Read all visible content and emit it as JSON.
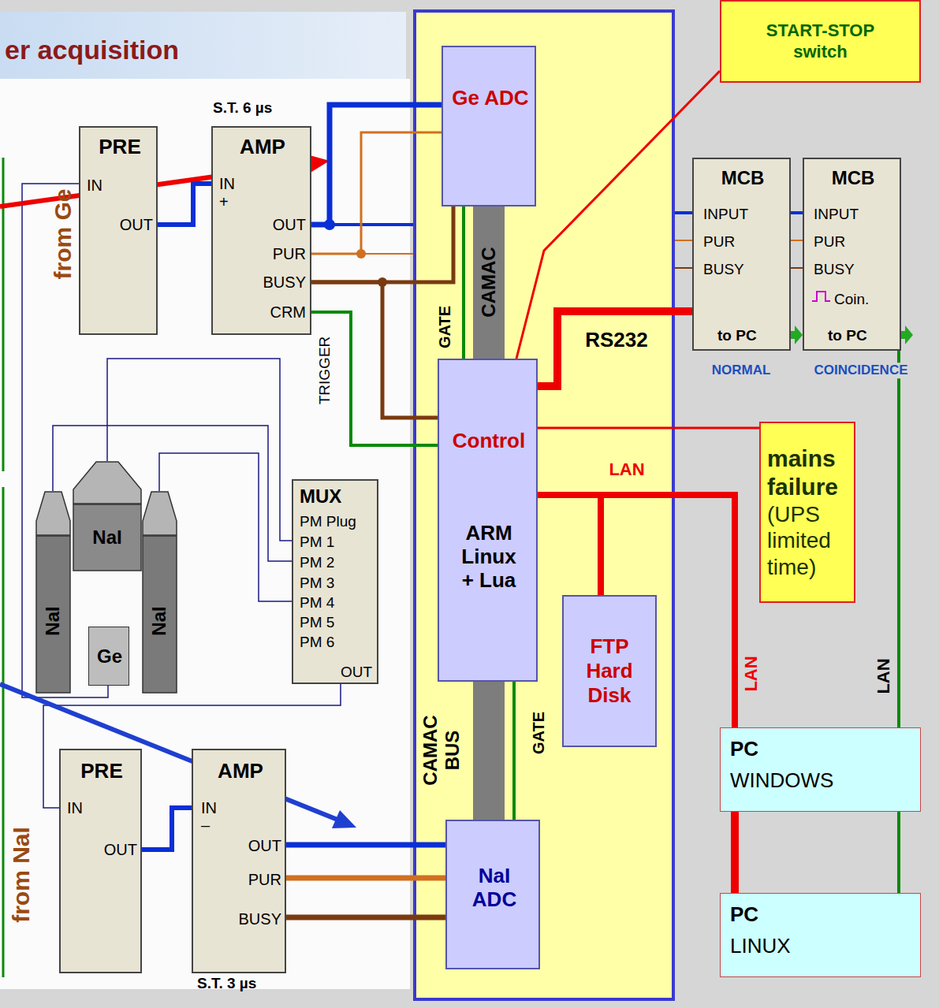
{
  "diagram": {
    "title": "er acquisition",
    "nodes": [
      {
        "text": [
          "START-STOP switch"
        ]
      },
      {
        "text": [
          "Ge ADC"
        ]
      },
      {
        "text": [
          "PRE",
          "IN",
          "OUT"
        ]
      },
      {
        "text": [
          "AMP",
          "IN",
          "+",
          "OUT",
          "PUR",
          "BUSY",
          "CRM"
        ]
      },
      {
        "text": [
          "MCB",
          "INPUT",
          "PUR",
          "BUSY",
          "to PC"
        ]
      },
      {
        "text": [
          "MCB",
          "INPUT",
          "PUR",
          "BUSY",
          "Coin.",
          "to PC"
        ]
      },
      {
        "text": [
          "Control",
          "ARM Linux + Lua"
        ]
      },
      {
        "text": [
          "mains failure",
          "(UPS limited time)"
        ]
      },
      {
        "text": [
          "NaI"
        ]
      },
      {
        "text": [
          "NaI"
        ]
      },
      {
        "text": [
          "NaI"
        ]
      },
      {
        "text": [
          "Ge"
        ]
      },
      {
        "text": [
          "MUX",
          "PM Plug",
          "PM 1",
          "PM 2",
          "PM 3",
          "PM 4",
          "PM 5",
          "PM 6",
          "OUT"
        ]
      },
      {
        "text": [
          "FTP Hard Disk"
        ]
      },
      {
        "text": [
          "PC",
          "WINDOWS"
        ]
      },
      {
        "text": [
          "PRE",
          "IN",
          "OUT"
        ]
      },
      {
        "text": [
          "AMP",
          "IN",
          "–",
          "OUT",
          "PUR",
          "BUSY"
        ]
      },
      {
        "text": [
          "NaI ADC"
        ]
      },
      {
        "text": [
          "PC",
          "LINUX"
        ]
      }
    ],
    "edges": [
      {
        "from": 2,
        "to": 3,
        "arrow": "none"
      },
      {
        "from": 3,
        "to": 1,
        "arrow": "none"
      },
      {
        "from": 3,
        "to": 1,
        "arrow": "none"
      },
      {
        "from": 3,
        "to": 1,
        "arrow": "none"
      },
      {
        "from": 3,
        "to": 6,
        "arrow": "none"
      },
      {
        "from": 3,
        "to": 6,
        "arrow": "none"
      },
      {
        "from": 3,
        "to": 4,
        "arrow": "none"
      },
      {
        "from": 3,
        "to": 4,
        "arrow": "none"
      },
      {
        "from": 3,
        "to": 4,
        "arrow": "none"
      },
      {
        "from": 3,
        "to": 5,
        "arrow": "none"
      },
      {
        "from": 3,
        "to": 5,
        "arrow": "none"
      },
      {
        "from": 3,
        "to": 5,
        "arrow": "none"
      },
      {
        "from": 11,
        "to": 2,
        "arrow": "none"
      },
      {
        "from": 8,
        "to": 12,
        "arrow": "none"
      },
      {
        "from": 9,
        "to": 12,
        "arrow": "none"
      },
      {
        "from": 10,
        "to": 12,
        "arrow": "none"
      },
      {
        "from": 12,
        "to": 15,
        "arrow": "none"
      },
      {
        "from": 15,
        "to": 16,
        "arrow": "none"
      },
      {
        "from": 16,
        "to": 17,
        "arrow": "none"
      },
      {
        "from": 16,
        "to": 17,
        "arrow": "none"
      },
      {
        "from": 16,
        "to": 17,
        "arrow": "none"
      },
      {
        "from": 6,
        "to": 1,
        "label": "CAMAC",
        "arrow": "none"
      },
      {
        "from": 6,
        "to": 17,
        "label": "CAMAC BUS",
        "arrow": "none"
      },
      {
        "from": 6,
        "to": 0,
        "arrow": "none"
      },
      {
        "from": 6,
        "to": 4,
        "label": "RS232",
        "arrow": "none"
      },
      {
        "from": 6,
        "to": 7,
        "arrow": "none"
      },
      {
        "from": 6,
        "to": 13,
        "arrow": "none"
      },
      {
        "from": 6,
        "to": 14,
        "label": "LAN",
        "arrow": "none"
      },
      {
        "from": 14,
        "to": 18,
        "arrow": "none"
      },
      {
        "from": 5,
        "to": 18,
        "label": "LAN",
        "arrow": "none"
      }
    ],
    "labels": [
      "S.T. 6 µs",
      "TRIGGER",
      "GATE",
      "GATE",
      "NORMAL",
      "COINCIDENCE",
      "from Ge",
      "from NaI",
      "LAN",
      "S.T. 3 µs"
    ]
  }
}
